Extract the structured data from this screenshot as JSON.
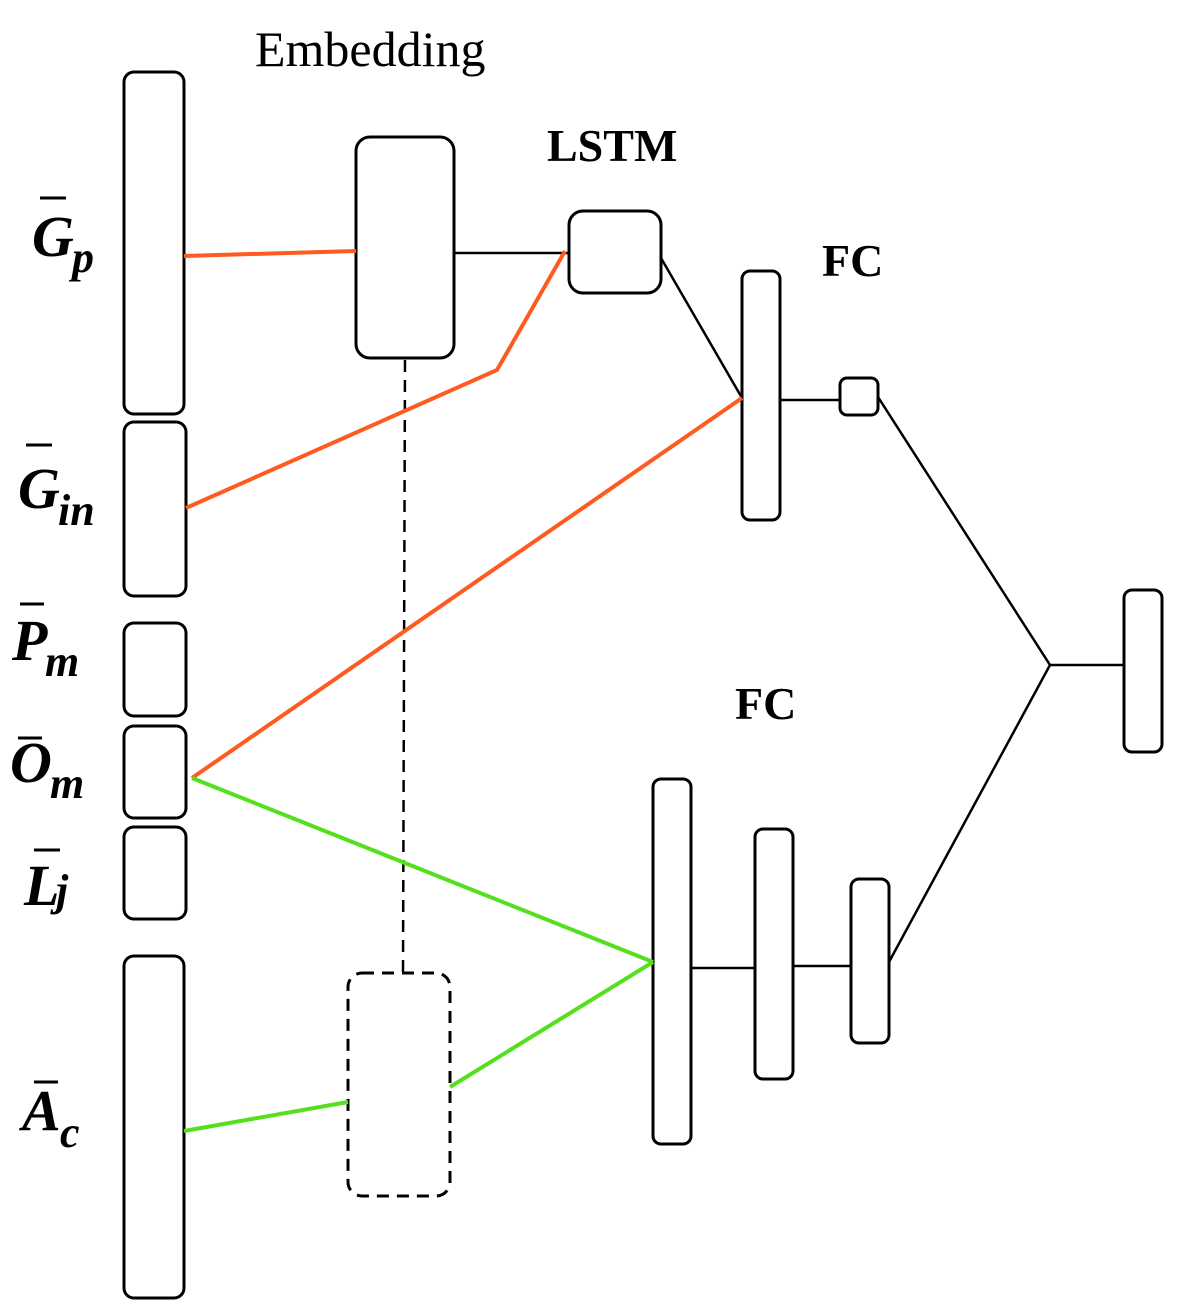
{
  "title": "Embedding",
  "layers": {
    "lstm": "LSTM",
    "fc_top": "FC",
    "fc_bottom": "FC"
  },
  "inputs": [
    {
      "base": "G",
      "sub": "p"
    },
    {
      "base": "G",
      "sub": "in"
    },
    {
      "base": "P",
      "sub": "m"
    },
    {
      "base": "O",
      "sub": "m"
    },
    {
      "base": "L",
      "sub": "j"
    },
    {
      "base": "A",
      "sub": "c"
    }
  ],
  "colors": {
    "red_path": "#ff5a1f",
    "green_path": "#55e01e",
    "black": "#000000"
  }
}
